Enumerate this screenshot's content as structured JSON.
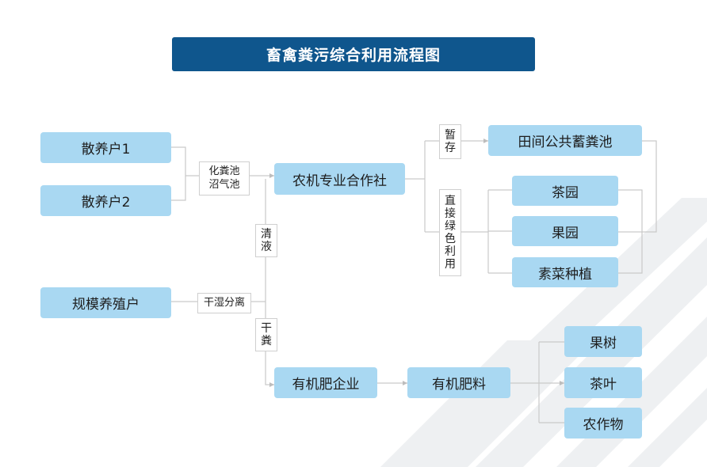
{
  "title": "畜禽粪污综合利用流程图",
  "nodes": {
    "farmer1": "散养户1",
    "farmer2": "散养户2",
    "large_farm": "规模养殖户",
    "coop": "农机专业合作社",
    "storage_pool": "田间公共蓄粪池",
    "tea_garden": "茶园",
    "orchard": "果园",
    "vegetable": "素菜种植",
    "fertilizer_company": "有机肥企业",
    "organic_fertilizer": "有机肥料",
    "fruit_trees": "果树",
    "tea_leaves": "茶叶",
    "crops": "农作物"
  },
  "labels": {
    "biogas_line1": "化粪池",
    "biogas_line2": "沼气池",
    "separation": "干湿分离",
    "liquid": [
      "清",
      "液"
    ],
    "dry_manure": [
      "干",
      "粪"
    ],
    "temp_storage": [
      "暂",
      "存"
    ],
    "direct_use": [
      "直",
      "接",
      "绿",
      "色",
      "利",
      "用"
    ]
  }
}
